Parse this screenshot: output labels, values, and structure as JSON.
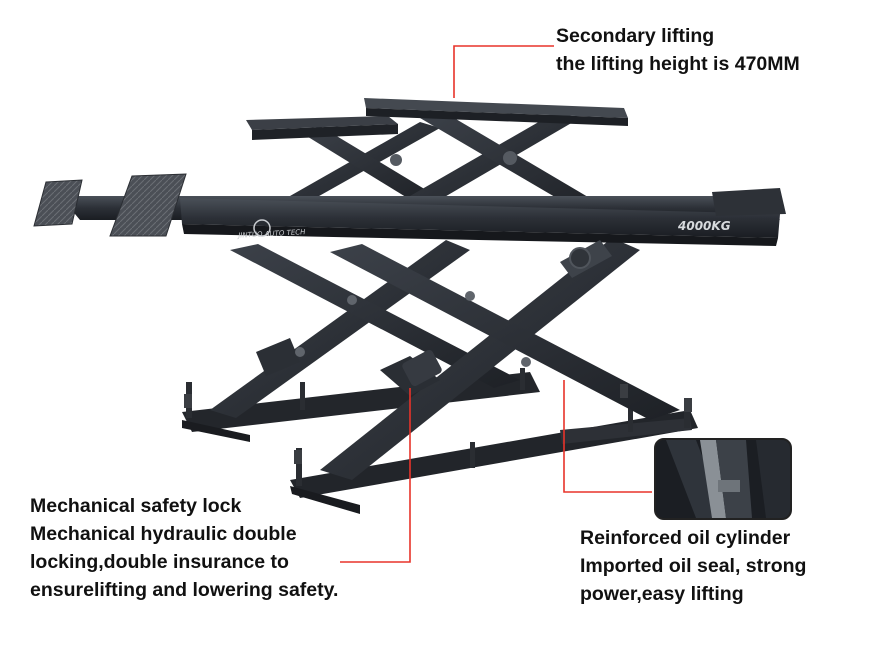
{
  "product": {
    "brand_label": "JINTUO AUTO TECH",
    "capacity_label": "4000KG"
  },
  "callouts": {
    "top": {
      "line1": "Secondary lifting",
      "line2": "the lifting height is 470MM"
    },
    "left": {
      "line1": "Mechanical safety lock",
      "line2": "Mechanical hydraulic double",
      "line3": "locking,double insurance to",
      "line4": "ensurelifting and lowering safety."
    },
    "right": {
      "line1": "Reinforced oil cylinder",
      "line2": "Imported oil seal, strong",
      "line3": "power,easy lifting"
    }
  },
  "colors": {
    "leader": "#e8332a",
    "steel": "#2c3037"
  }
}
